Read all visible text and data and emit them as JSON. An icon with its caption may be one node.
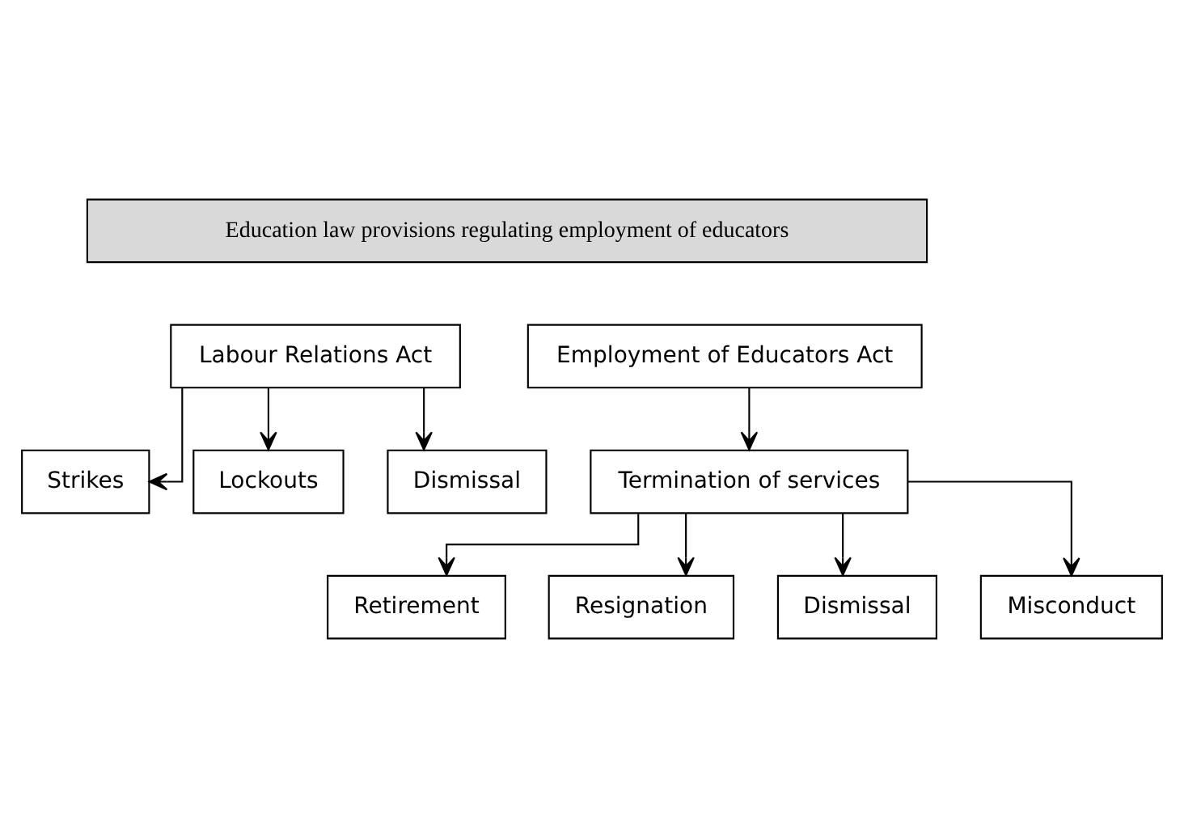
{
  "diagram": {
    "nodes": [
      {
        "text": [
          "Education law provisions regulating employment of educators"
        ]
      },
      {
        "text": [
          "Labour Relations Act"
        ]
      },
      {
        "text": [
          "Strikes"
        ]
      },
      {
        "text": [
          "Lockouts"
        ]
      },
      {
        "text": [
          "Dismissal"
        ]
      },
      {
        "text": [
          "Employment of Educators Act"
        ]
      },
      {
        "text": [
          "Termination of services"
        ]
      },
      {
        "text": [
          "Retirement"
        ]
      },
      {
        "text": [
          "Resignation"
        ]
      },
      {
        "text": [
          "Dismissal"
        ]
      },
      {
        "text": [
          "Misconduct"
        ]
      }
    ],
    "edges": [
      {
        "from": 1,
        "to": 2,
        "arrow": "to"
      },
      {
        "from": 1,
        "to": 3,
        "arrow": "to"
      },
      {
        "from": 1,
        "to": 4,
        "arrow": "to"
      },
      {
        "from": 5,
        "to": 6,
        "arrow": "to"
      },
      {
        "from": 6,
        "to": 7,
        "arrow": "to"
      },
      {
        "from": 6,
        "to": 8,
        "arrow": "to"
      },
      {
        "from": 6,
        "to": 9,
        "arrow": "to"
      },
      {
        "from": 6,
        "to": 10,
        "arrow": "to"
      }
    ]
  }
}
